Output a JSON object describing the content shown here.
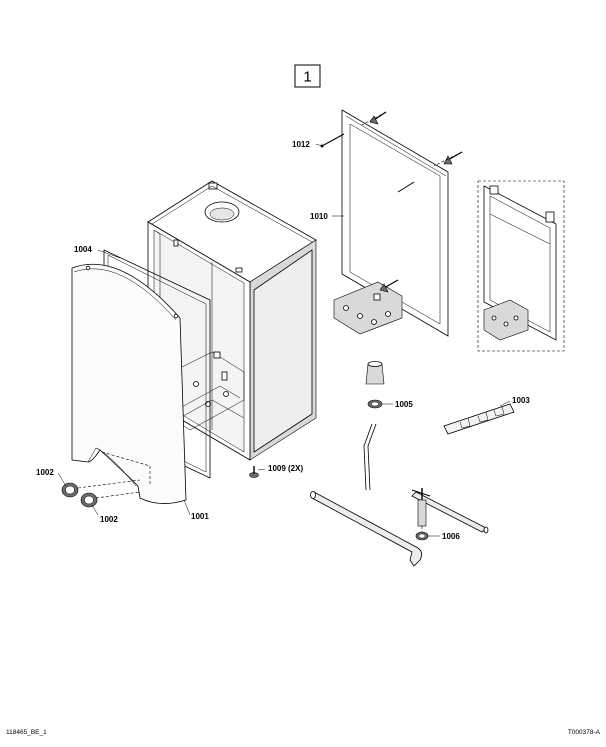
{
  "figure_number": "1",
  "labels": {
    "p1001": "1001",
    "p1002a": "1002",
    "p1002b": "1002",
    "p1003": "1003",
    "p1004": "1004",
    "p1005": "1005",
    "p1006": "1006",
    "p1009": "1009 (2X)",
    "p1010": "1010",
    "p1012": "1012"
  },
  "footer": {
    "left_code": "118465_BE_1",
    "right_code": "T000378-A"
  }
}
